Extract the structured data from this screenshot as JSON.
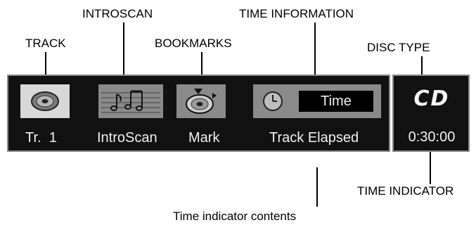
{
  "callouts": {
    "track": "TRACK",
    "introscan": "INTROSCAN",
    "bookmarks": "BOOKMARKS",
    "time_information": "TIME INFORMATION",
    "disc_type": "DISC TYPE",
    "time_indicator": "TIME INDICATOR",
    "time_indicator_contents": "Time indicator contents"
  },
  "display": {
    "track_label": "Tr.  1",
    "introscan_label": "IntroScan",
    "mark_label": "Mark",
    "time_mode_label": "Track Elapsed",
    "time_button": "Time",
    "disc_type": "CD",
    "time_indicator_value": "0:30:00"
  },
  "colors": {
    "panel_background": "#111111",
    "tile_light": "#d8d8d8",
    "tile_mid": "#8a8a8a",
    "lcd_text": "#f0f0f0"
  },
  "icons": {
    "track": "disc-icon",
    "introscan": "music-notes-icon",
    "bookmarks": "bookmark-disc-icon",
    "time_information": "clock-icon"
  }
}
